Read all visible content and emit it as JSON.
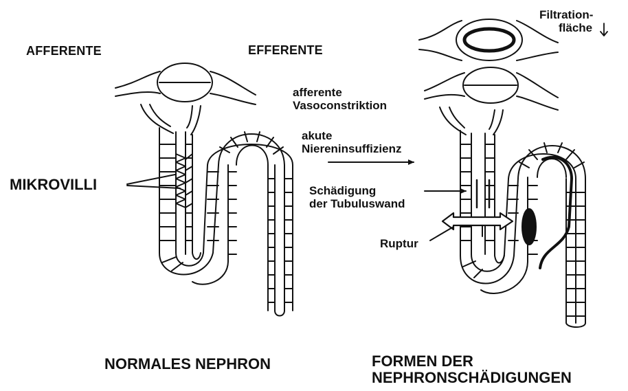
{
  "labels": {
    "afferente_caps": "AFFERENTE",
    "efferente_caps": "EFFERENTE",
    "mikrovilli": "MIKROVILLI",
    "afferente_vaso_line1": "afferente",
    "afferente_vaso_line2": "Vasoconstriktion",
    "akute_line1": "akute",
    "akute_line2": "Niereninsuffizienz",
    "schaedigung_line1": "Schädigung",
    "schaedigung_line2": "der Tubuluswand",
    "ruptur": "Ruptur",
    "filtration_line1": "Filtration-",
    "filtration_line2": "fläche",
    "normales_nephron": "NORMALES NEPHRON",
    "formen_line1": "FORMEN DER",
    "formen_line2": "NEPHRONSCHÄDIGUNGEN"
  },
  "icons": {
    "filtration_arrow": "down-arrow-icon"
  },
  "colors": {
    "ink": "#111111",
    "background": "#ffffff"
  }
}
